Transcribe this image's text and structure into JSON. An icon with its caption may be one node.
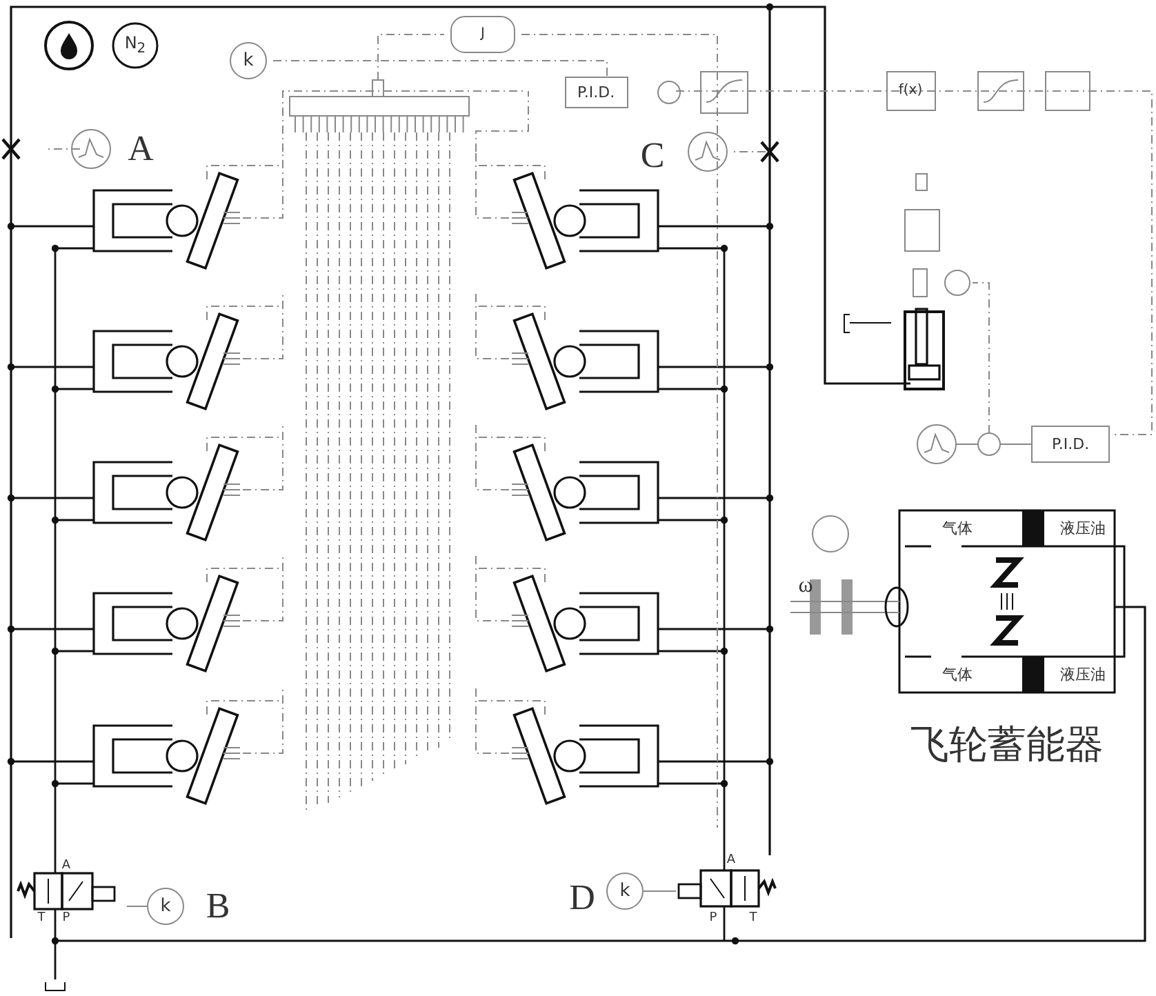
{
  "diagram": {
    "labels": [
      "N$_{2}$",
      "k",
      "J",
      "P.I.D.",
      "A",
      "C",
      "f(x)",
      "P.I.D.",
      "气体",
      "液压油",
      "ω",
      "气体",
      "液压油",
      "飞轮蓄能器",
      "A",
      "T",
      "P",
      "k",
      "B",
      "D",
      "k",
      "A",
      "P",
      "T"
    ]
  }
}
